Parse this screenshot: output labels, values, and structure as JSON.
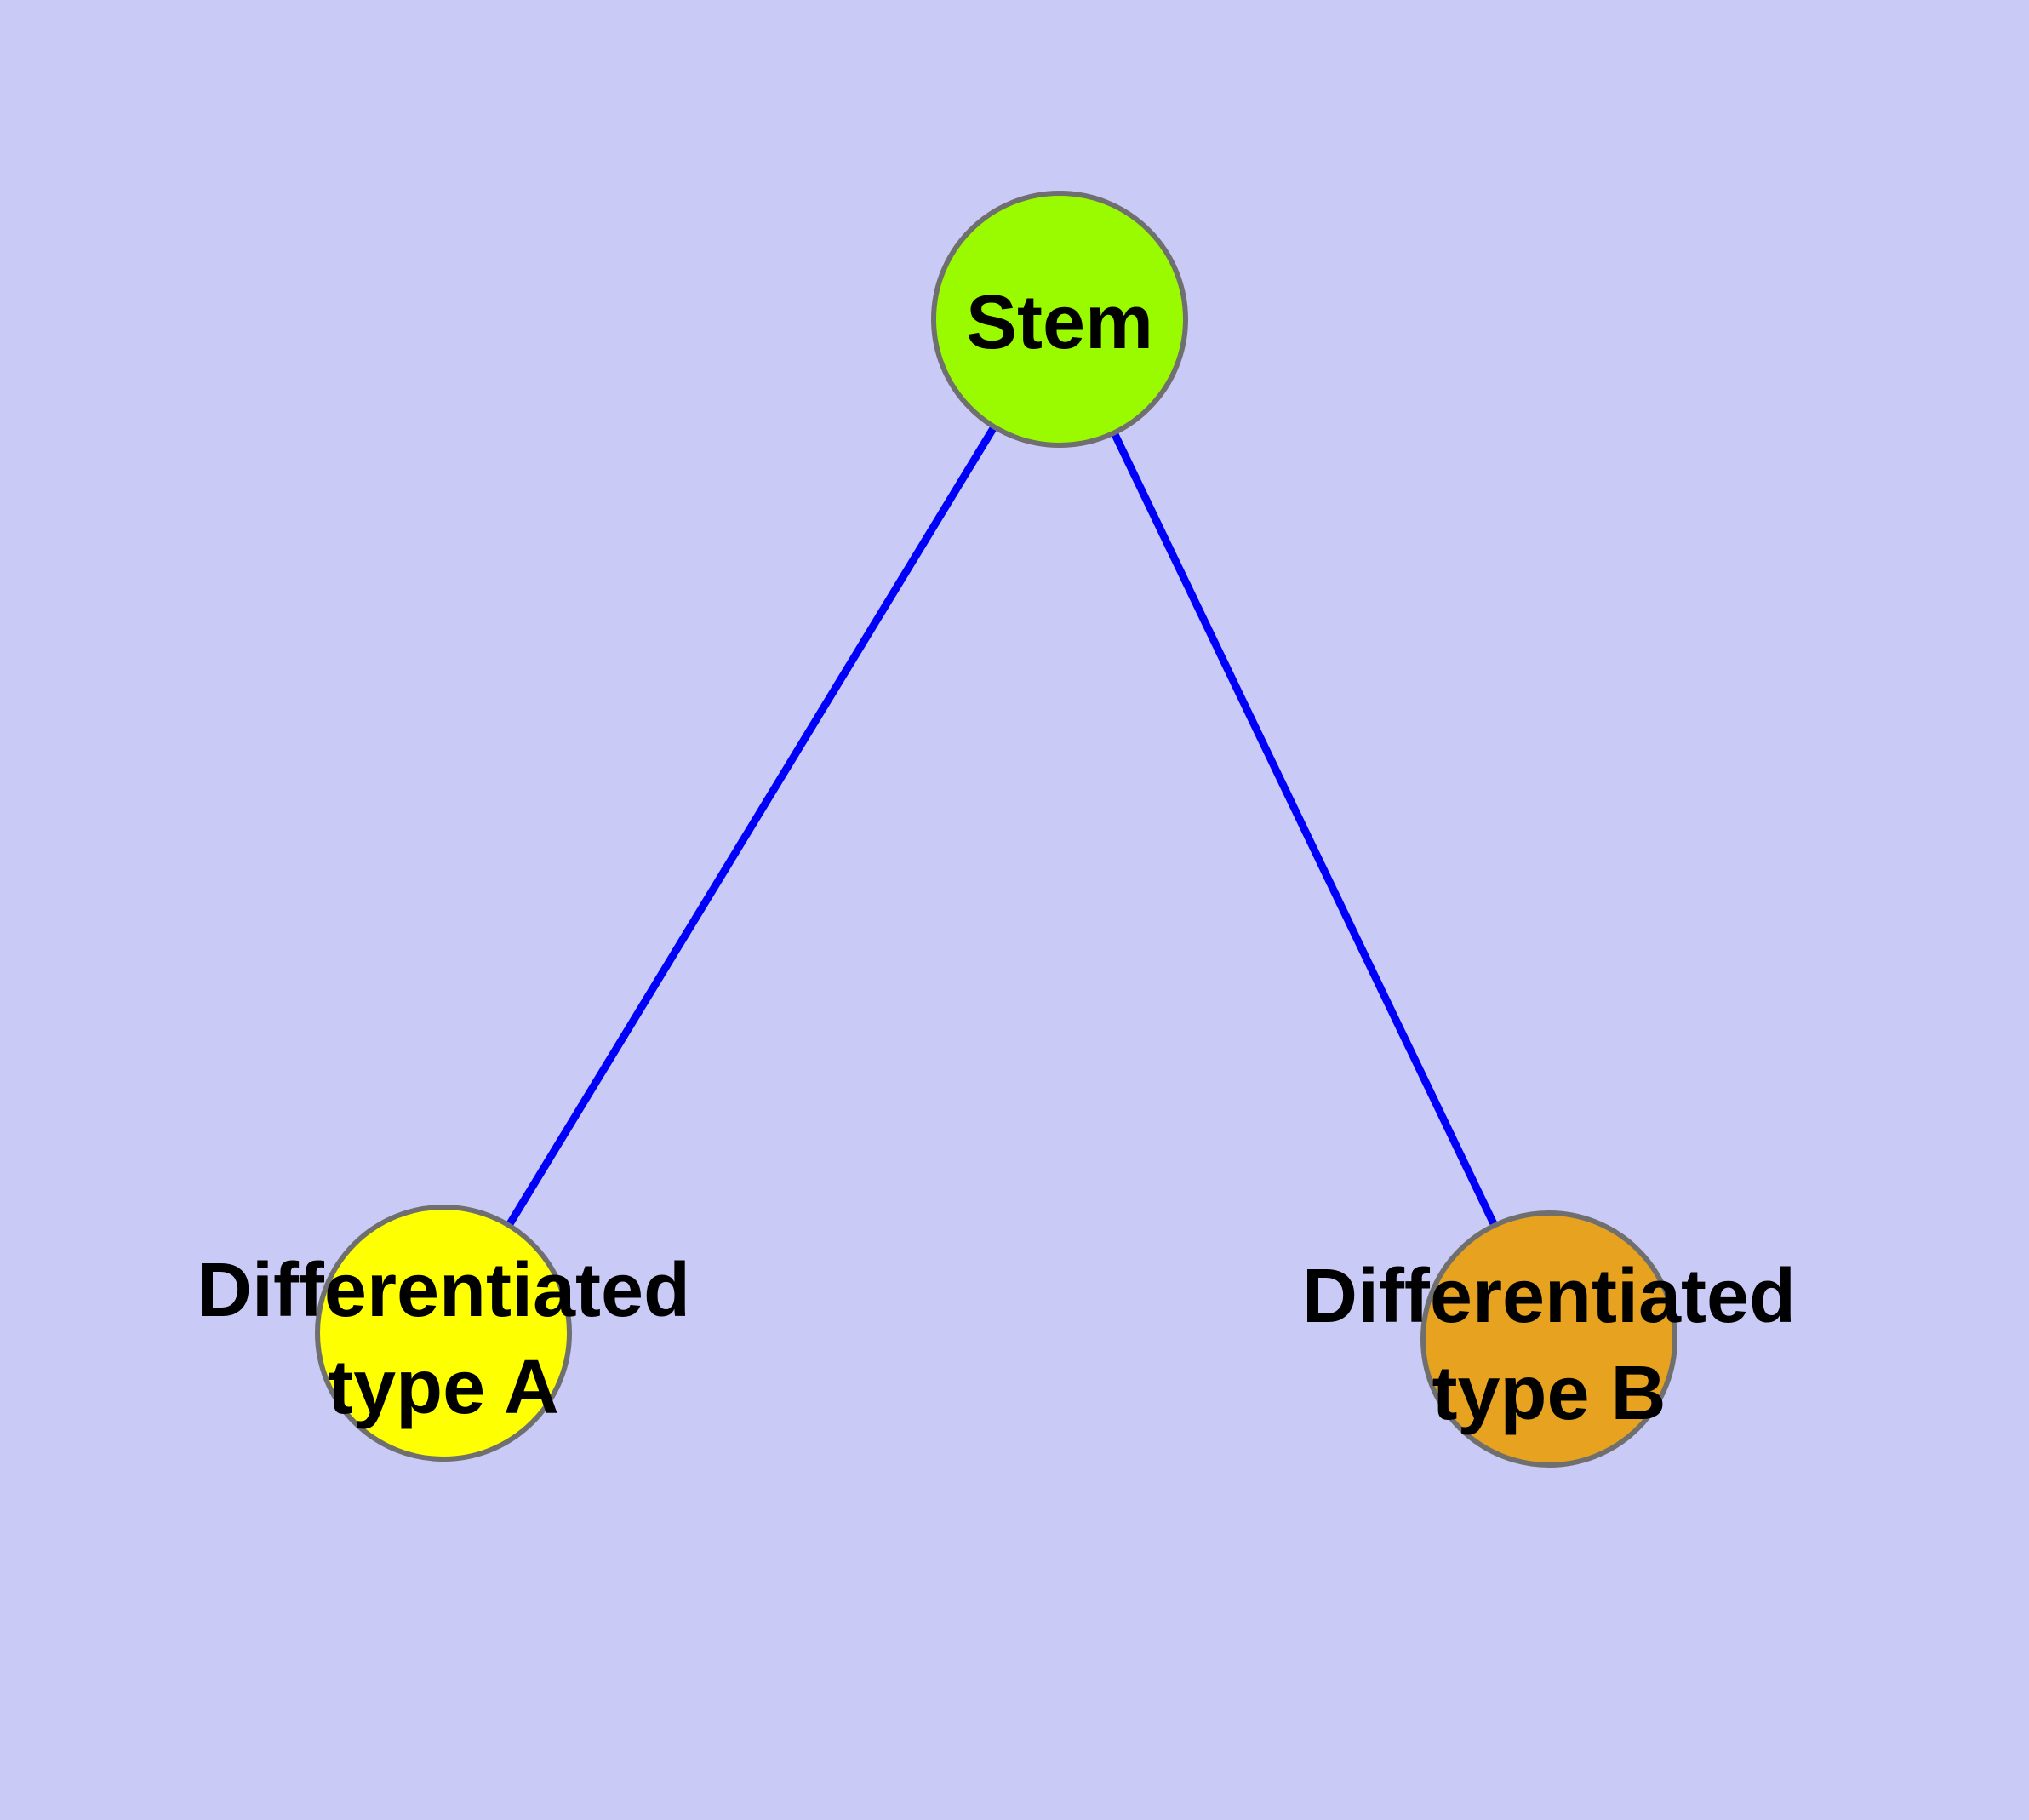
{
  "diagram": {
    "type": "node_link_tree",
    "background_color": "#cacaf6",
    "edge_color": "#0000fa",
    "node_stroke_color": "#6f6f6f",
    "label_color": "#000000",
    "nodes": [
      {
        "id": "stem",
        "label": "Stem",
        "lines": [
          "Stem"
        ],
        "fill_color": "#9afb00"
      },
      {
        "id": "differentiated-type-a",
        "label": "Differentiated type A",
        "lines": [
          "Differentiated",
          "type A"
        ],
        "fill_color": "#feff00"
      },
      {
        "id": "differentiated-type-b",
        "label": "Differentiated type B",
        "lines": [
          "Differentiated",
          "type B"
        ],
        "fill_color": "#e7a21f"
      }
    ],
    "edges": [
      {
        "from": "Stem",
        "to": "Differentiated type A"
      },
      {
        "from": "Stem",
        "to": "Differentiated type B"
      }
    ]
  }
}
